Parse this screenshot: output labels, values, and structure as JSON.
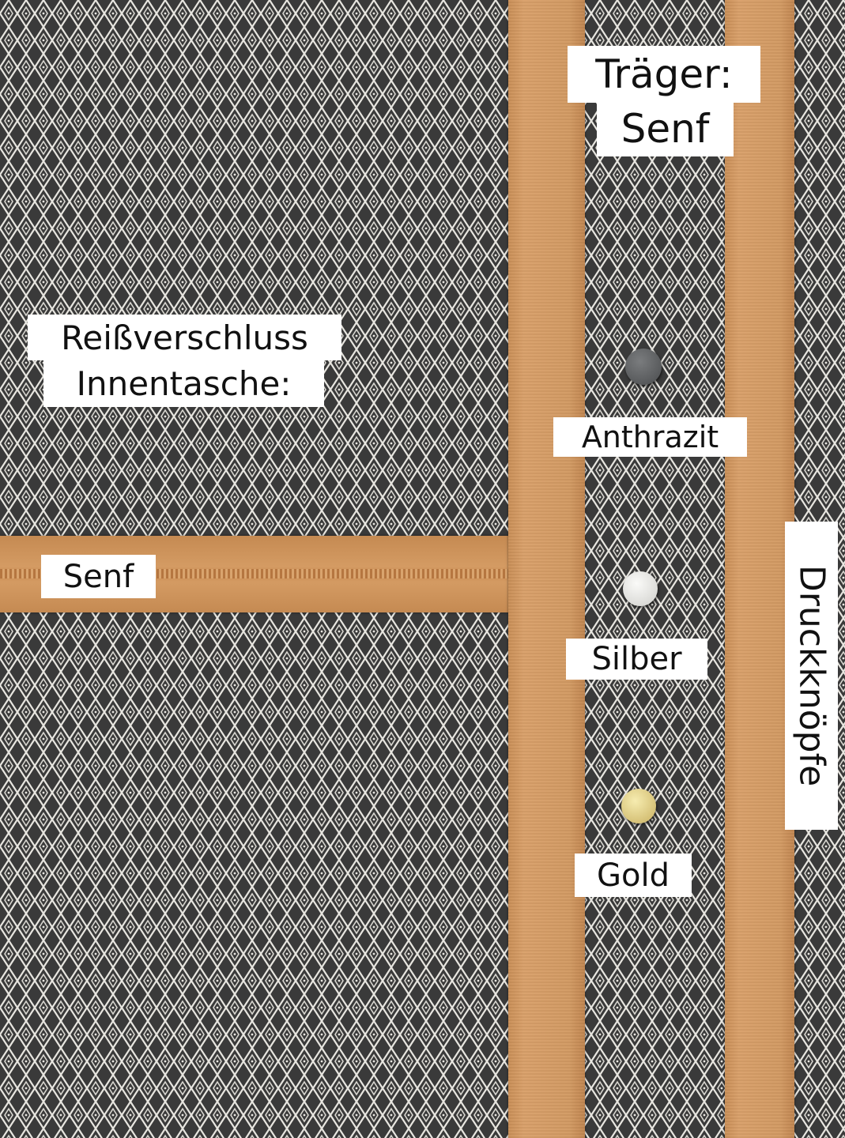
{
  "labels": {
    "strap_title": "Träger:",
    "strap_color": "Senf",
    "zipper_title_1": "Reißverschluss",
    "zipper_title_2": "Innentasche:",
    "zipper_color": "Senf",
    "snap_anthracite": "Anthrazit",
    "snap_silver": "Silber",
    "snap_gold": "Gold",
    "snaps_title": "Druckknöpfe"
  },
  "colors": {
    "strap": "#d29a63",
    "fabric_dark": "#3a3a3a",
    "fabric_light": "#e8e6e0",
    "snap_anthracite": "#5a5c5e",
    "snap_silver": "#e6e6e2",
    "snap_gold": "#e3d088"
  }
}
